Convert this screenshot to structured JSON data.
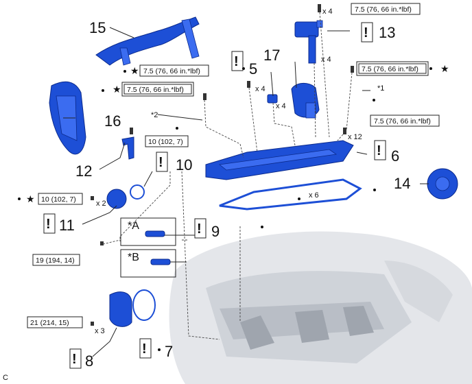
{
  "torques": {
    "t_top_right": "7.5 (76, 66 in.*lbf)",
    "t_ignition_right": "7.5 (76, 66 in.*lbf)",
    "t_mid": "7.5 (76, 66 in.*lbf)",
    "t_left_top": "7.5 (76, 66 in.*lbf)",
    "t_cover_right": "7.5 (76, 66 in.*lbf)",
    "t_bracket": "10 (102, 7)",
    "t_pump": "10 (102, 7)",
    "t_19": "19 (194, 14)",
    "t_21": "21 (214, 15)"
  },
  "quantities": {
    "q_top": "x 4",
    "q_coil": "x 4",
    "q_mid": "x 4",
    "q_part17": "x 4",
    "q_cover": "x 12",
    "q_pump": "x 2",
    "q_gasket": "x 6",
    "q_bottom": "x 3"
  },
  "callouts": {
    "c13": "13",
    "c15": "15",
    "c17": "17",
    "c5": "5",
    "c6": "6",
    "c16": "16",
    "c12": "12",
    "c10": "10",
    "c14": "14",
    "c11": "11",
    "c9": "9",
    "c8": "8",
    "c7": "7"
  },
  "notes": {
    "n1": "*1",
    "n2": "*2",
    "nA": "*A",
    "nB": "*B",
    "warning_mark": "!",
    "star": "★",
    "bullet": "•",
    "corner": "C"
  }
}
